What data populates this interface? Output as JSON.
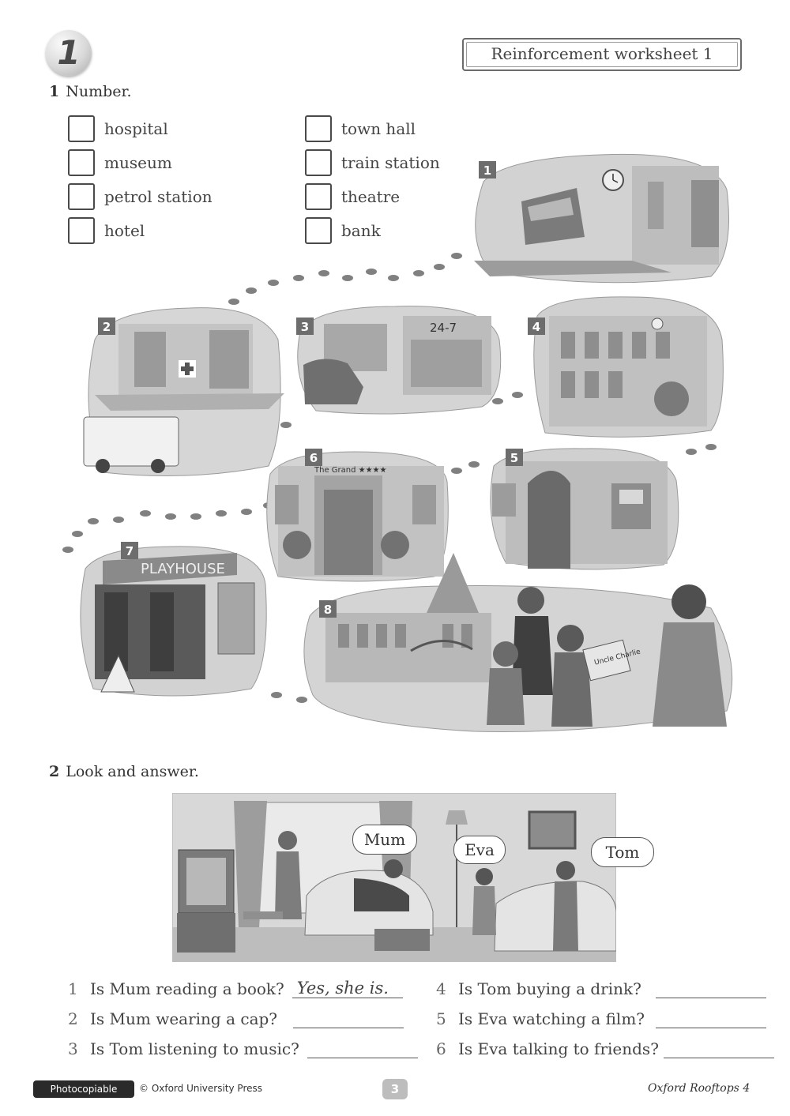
{
  "header": {
    "unit_number": "1",
    "worksheet_title": "Reinforcement worksheet 1"
  },
  "exercise1": {
    "number": "1",
    "instruction": "Number.",
    "words_left": [
      "hospital",
      "museum",
      "petrol station",
      "hotel"
    ],
    "words_right": [
      "town hall",
      "train station",
      "theatre",
      "bank"
    ],
    "picture_numbers": [
      "1",
      "2",
      "3",
      "4",
      "5",
      "6",
      "7",
      "8"
    ],
    "picture_texts": {
      "shop_sign": "24-7",
      "hotel_sign": "The Grand ★★★★",
      "theatre_sign": "PLAYHOUSE",
      "box_label": "Uncle Charlie"
    }
  },
  "exercise2": {
    "number": "2",
    "instruction": "Look and answer.",
    "bubbles": [
      "Mum",
      "Eva",
      "Tom"
    ],
    "questions_left": [
      {
        "n": "1",
        "q": "Is Mum reading a book?",
        "answer": "Yes, she is."
      },
      {
        "n": "2",
        "q": "Is Mum wearing a cap?",
        "answer": ""
      },
      {
        "n": "3",
        "q": "Is Tom listening to music?",
        "answer": ""
      }
    ],
    "questions_right": [
      {
        "n": "4",
        "q": "Is Tom buying a drink?",
        "answer": ""
      },
      {
        "n": "5",
        "q": "Is Eva watching a film?",
        "answer": ""
      },
      {
        "n": "6",
        "q": "Is Eva talking to friends?",
        "answer": ""
      }
    ]
  },
  "footer": {
    "photocopiable": "Photocopiable",
    "copyright": "© Oxford University Press",
    "page": "3",
    "book": "Oxford Rooftops 4"
  }
}
